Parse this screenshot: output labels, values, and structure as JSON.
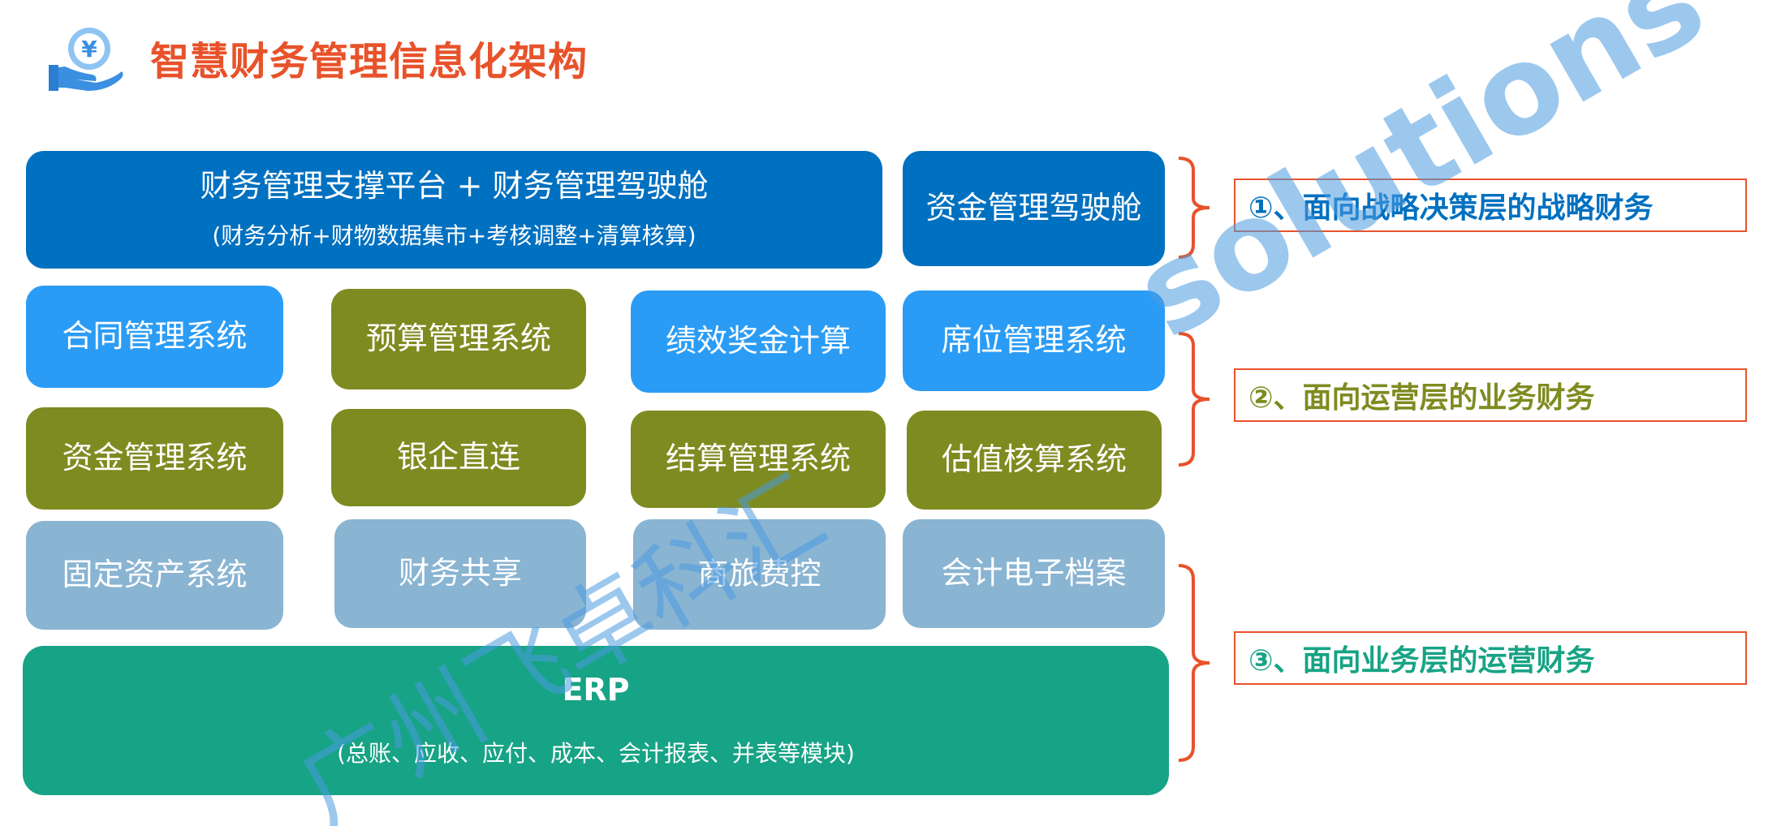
{
  "header": {
    "title": "智慧财务管理信息化架构",
    "logo_icon": "yen-hand-icon",
    "logo_glyph": "¥"
  },
  "layers": {
    "strategy": {
      "platform": {
        "title": "财务管理支撑平台 + 财务管理驾驶舱",
        "subtitle": "(财务分析+财物数据集市+考核调整+清算核算)"
      },
      "cockpit": "资金管理驾驶舱",
      "label": "①、面向战略决策层的战略财务"
    },
    "operations": {
      "row1": [
        "合同管理系统",
        "预算管理系统",
        "绩效奖金计算",
        "席位管理系统"
      ],
      "row2": [
        "资金管理系统",
        "银企直连",
        "结算管理系统",
        "估值核算系统"
      ],
      "label": "②、面向运营层的业务财务"
    },
    "business": {
      "row3": [
        "固定资产系统",
        "财务共享",
        "商旅费控",
        "会计电子档案"
      ],
      "erp": {
        "title": "ERP",
        "subtitle": "(总账、应收、应付、成本、会计报表、并表等模块)"
      },
      "label": "③、面向业务层的运营财务"
    }
  },
  "watermark": {
    "cn": "广州飞卓科汇",
    "en": "solutions"
  },
  "colors": {
    "title": "#e8522a",
    "brace": "#e8522a",
    "dark_blue": "#0070c0",
    "light_blue": "#2b9cf5",
    "olive": "#7e8b20",
    "gray_blue": "#89b4d2",
    "teal": "#17a385",
    "label1_text": "#0070c0",
    "label2_text": "#7e8b20",
    "label3_text": "#17a385",
    "watermark": "#4a9ae0"
  }
}
